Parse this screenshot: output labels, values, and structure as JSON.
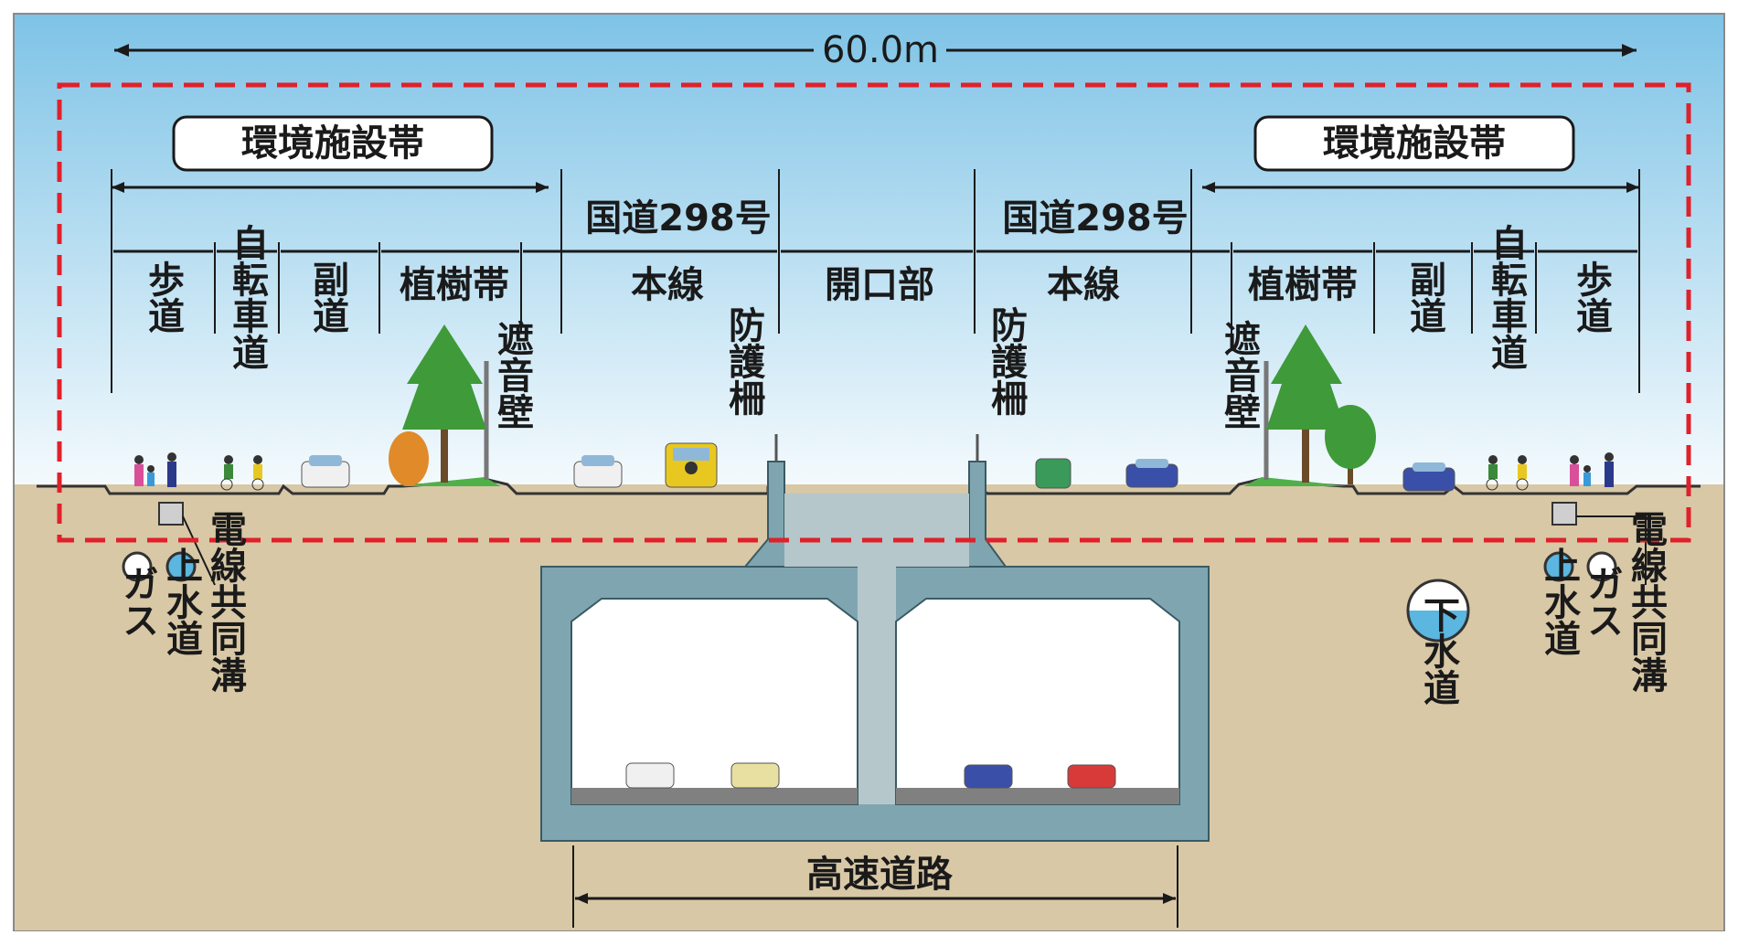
{
  "overall_width": "60.0m",
  "zone_badges": {
    "left": "環境施設帯",
    "right": "環境施設帯"
  },
  "route": {
    "left": "国道298号",
    "right": "国道298号"
  },
  "segments_left": [
    "歩道",
    "自転車道",
    "副道",
    "植樹帯"
  ],
  "main_line": {
    "left": "本線",
    "right": "本線"
  },
  "opening": "開口部",
  "segments_right": [
    "植樹帯",
    "副道",
    "自転車道",
    "歩道"
  ],
  "features": {
    "noise_wall": "遮音壁",
    "guard_fence": "防護柵"
  },
  "utilities": {
    "gas": "ガス",
    "water": "上水道",
    "cable": "電線共同溝",
    "sewer": "下水道"
  },
  "expressway": "高速道路",
  "colors": {
    "sky_top": "#7ec3e6",
    "sky_bottom": "#eef7fc",
    "ground": "#d8c8a6",
    "concrete": "#7fa6b0",
    "dashed_boundary": "#e0202a",
    "tree": "#3f9a3a"
  }
}
